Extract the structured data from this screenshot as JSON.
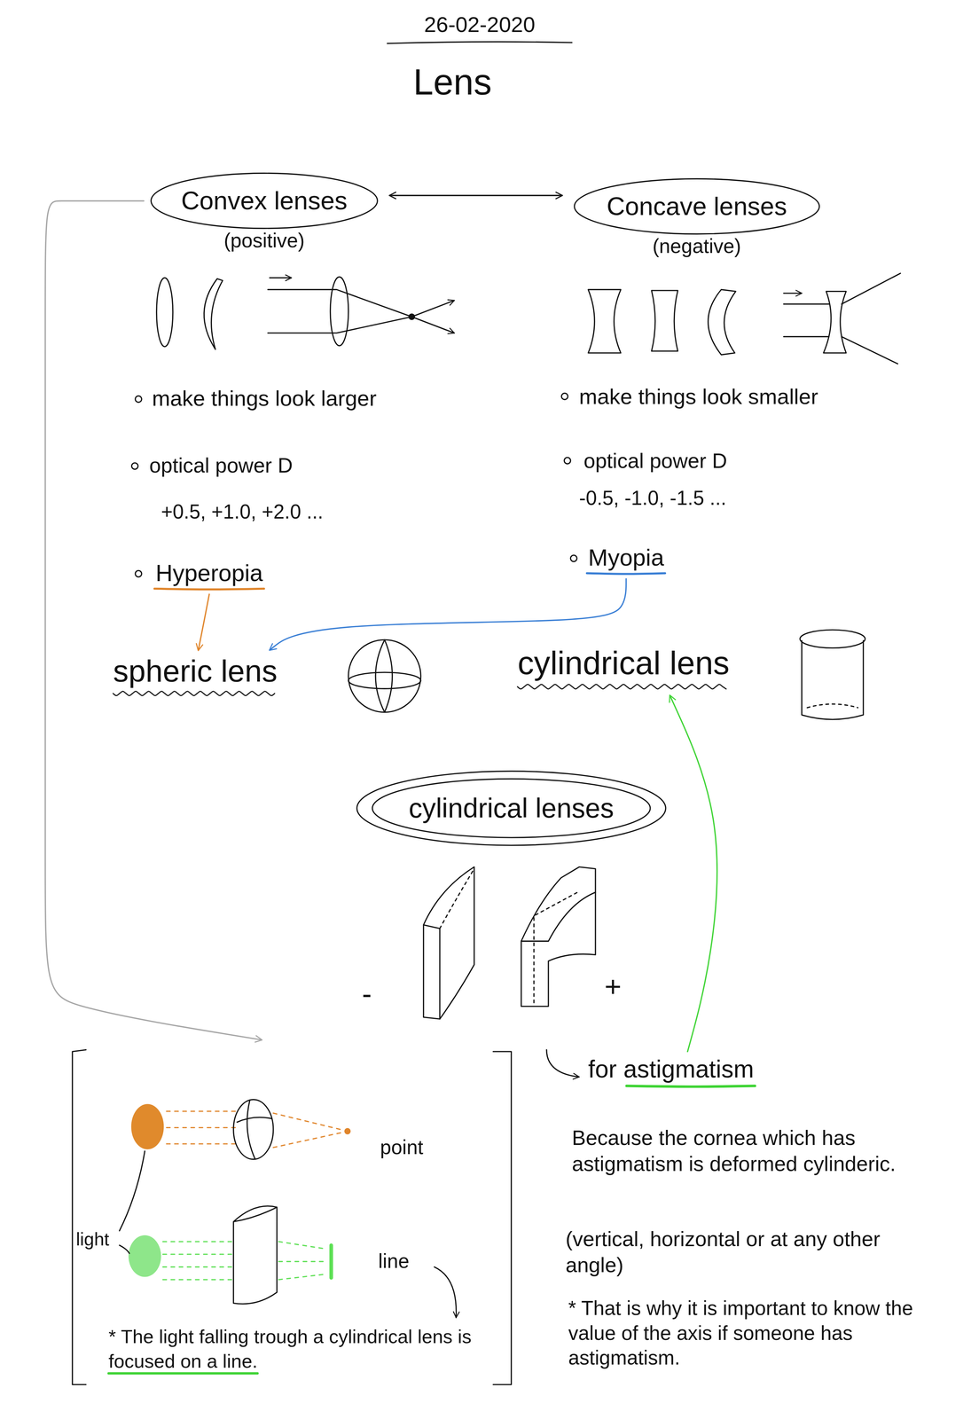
{
  "diagram": {
    "title": "Lens",
    "nodes": [
      {
        "text": [
          "Convex lenses",
          "(positive)"
        ]
      },
      {
        "text": [
          "Concave lenses",
          "(negative)"
        ]
      },
      {
        "text": [
          "Hyperopia"
        ]
      },
      {
        "text": [
          "Myopia"
        ]
      },
      {
        "text": [
          "spheric lens"
        ]
      },
      {
        "text": [
          "cylindrical lens"
        ]
      },
      {
        "text": [
          "cylindrical lenses"
        ]
      },
      {
        "text": [
          "for astigmatism"
        ]
      },
      {
        "text": [
          "point",
          "light",
          "line",
          "* The light falling trough a cylindrical lens is focused on a line."
        ]
      }
    ],
    "edges": [
      {
        "from": 0,
        "to": 1,
        "arrow": "both"
      },
      {
        "from": 2,
        "to": 4,
        "arrow": "to"
      },
      {
        "from": 3,
        "to": 4,
        "arrow": "to"
      },
      {
        "from": 7,
        "to": 5,
        "arrow": "to"
      },
      {
        "from": 0,
        "to": 8,
        "arrow": "to"
      }
    ],
    "labels": [
      "26-02-2020",
      "make things look larger",
      "optical power D",
      "+0.5, +1.0, +2.0 ...",
      "make things look smaller",
      "optical power D",
      "-0.5, -1.0, -1.5 ...",
      "-",
      "+",
      "Because the cornea which has astigmatism is deformed cylinderic.",
      "(vertical, horizontal or at any other angle)",
      "* That is why it is important to know the value of the axis if someone has astigmatism."
    ]
  }
}
